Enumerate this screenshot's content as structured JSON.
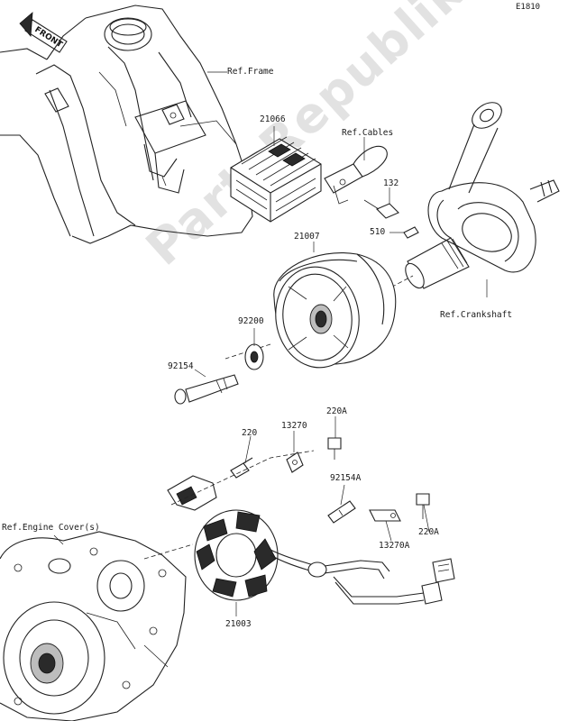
{
  "diagram": {
    "code": "E1810",
    "watermark": "PartsRepublik",
    "front_tag": "FRONT",
    "labels": {
      "ref_frame": "Ref.Frame",
      "p21066": "21066",
      "ref_cables": "Ref.Cables",
      "p132": "132",
      "p510": "510",
      "p21007": "21007",
      "ref_crankshaft": "Ref.Crankshaft",
      "p92200": "92200",
      "p92154": "92154",
      "p220": "220",
      "p13270": "13270",
      "p220A_top": "220A",
      "p92154A": "92154A",
      "p220A_right": "220A",
      "p13270A": "13270A",
      "ref_engine_cover": "Ref.Engine Cover(s)",
      "p21003": "21003"
    }
  }
}
